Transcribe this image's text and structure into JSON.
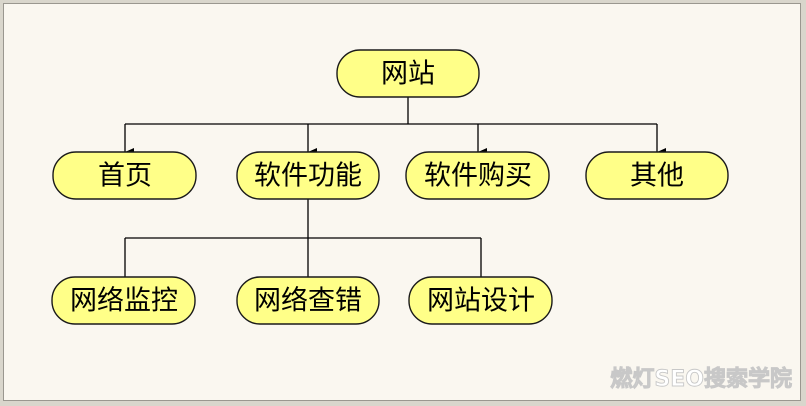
{
  "root": {
    "label": "网站"
  },
  "level1": [
    {
      "label": "首页"
    },
    {
      "label": "软件功能"
    },
    {
      "label": "软件购买"
    },
    {
      "label": "其他"
    }
  ],
  "level2": [
    {
      "label": "网络监控"
    },
    {
      "label": "网络查错"
    },
    {
      "label": "网站设计"
    }
  ],
  "watermark": "燃灯SEO搜索学院",
  "colors": {
    "node_fill": "#ffff88",
    "background": "#faf7f0"
  }
}
